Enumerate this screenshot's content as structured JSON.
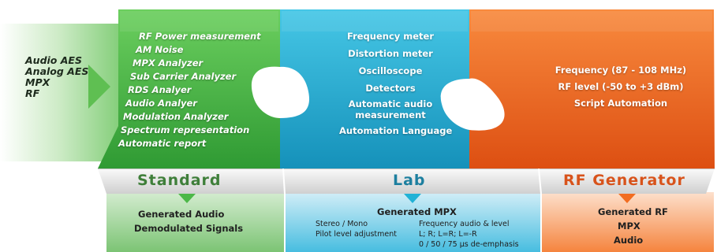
{
  "inputs": [
    "Audio AES",
    "Analog AES",
    "MPX",
    "RF"
  ],
  "standard": {
    "items": [
      "RF Power measurement",
      "AM Noise",
      "MPX Analyzer",
      "Sub Carrier Analyzer",
      "RDS Analyer",
      "Audio Analyer",
      "Modulation Analyzer",
      "Spectrum representation",
      "Automatic report"
    ],
    "label": "Standard",
    "outputs": [
      "Generated Audio",
      "Demodulated Signals"
    ]
  },
  "lab": {
    "items": [
      "Frequency meter",
      "Distortion meter",
      "Oscilloscope",
      "Detectors",
      "Automatic audio",
      "measurement",
      "Automation Language"
    ],
    "label": "Lab",
    "output_title": "Generated MPX",
    "output_left": [
      "Stereo / Mono",
      "Pilot level adjustment"
    ],
    "output_right": [
      "Frequency audio & level",
      "L; R; L=R; L=-R",
      "0 / 50 / 75 µs de-emphasis"
    ]
  },
  "rf": {
    "items": [
      "Frequency (87 - 108 MHz)",
      "RF level (-50 to +3 dBm)",
      "Script Automation"
    ],
    "label": "RF Generator",
    "outputs": [
      "Generated RF",
      "MPX",
      "Audio"
    ]
  },
  "colors": {
    "green": "#4cb848",
    "blue": "#22b2d6",
    "orange": "#f26d21",
    "label_green": "#3f7f3a",
    "label_blue": "#1d7f9f",
    "label_orange": "#d8531b"
  }
}
